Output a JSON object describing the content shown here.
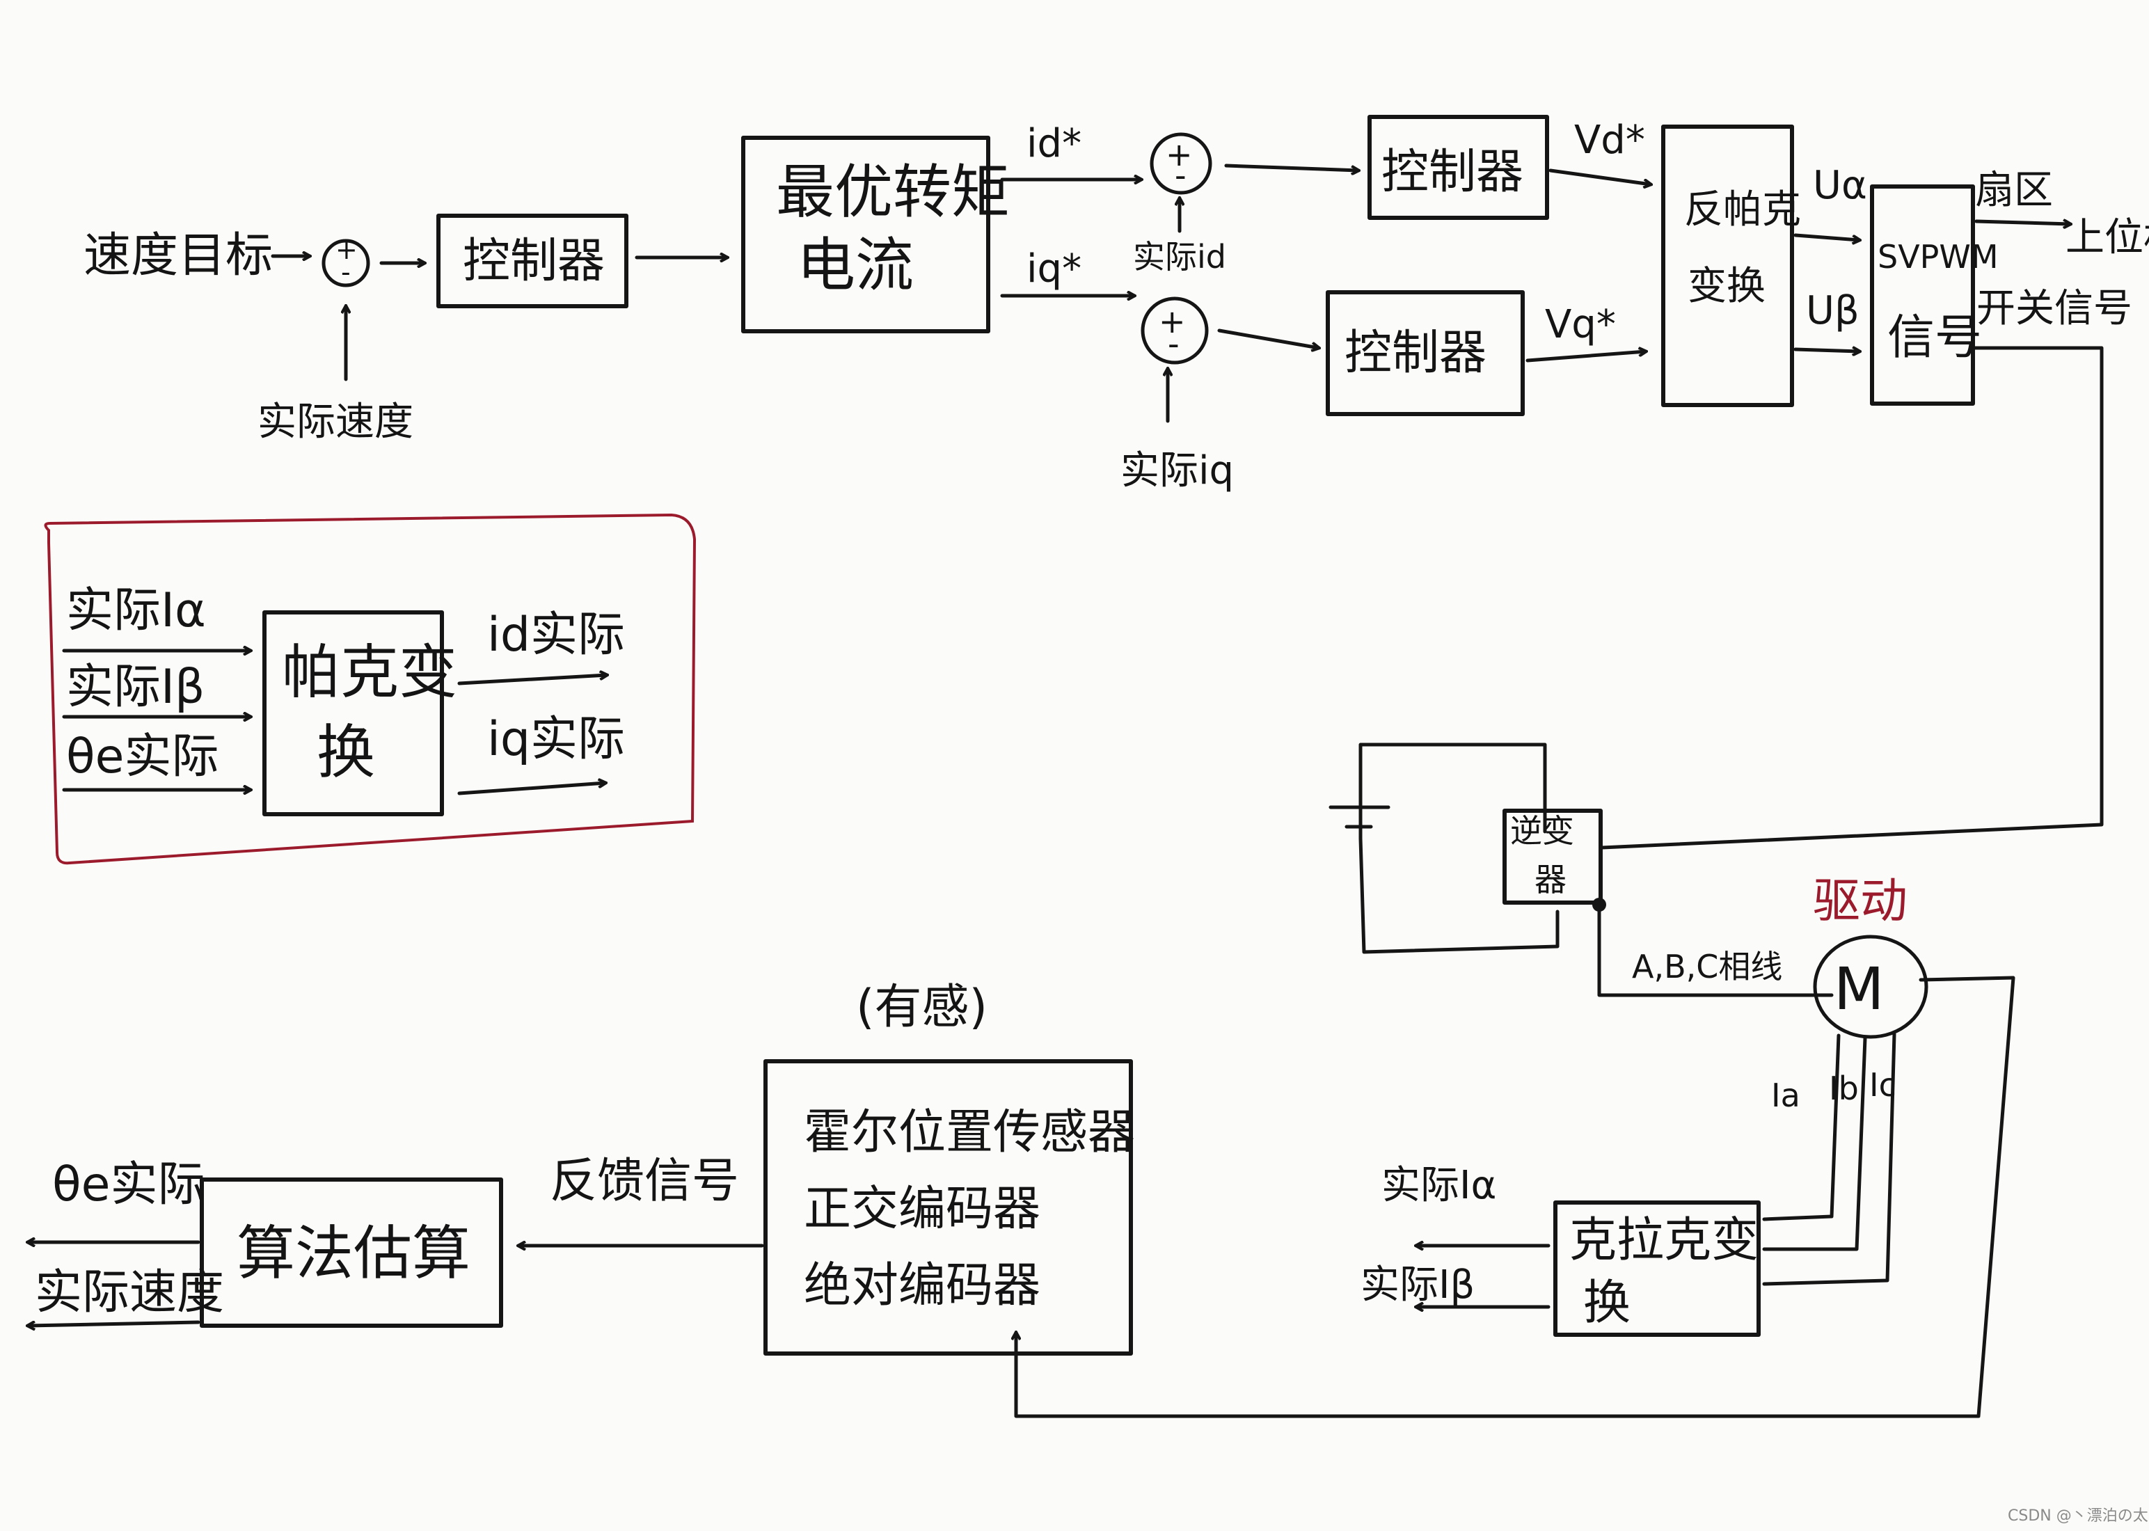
{
  "colors": {
    "ink": "#141414",
    "paper": "#fbfbf9",
    "highlight": "#9b1b2c"
  },
  "speed_loop": {
    "target_speed": "速度目标",
    "sum1": "+\n-",
    "actual_speed": "实际速度",
    "controller": "控制器",
    "mtpa": [
      "最优转矩",
      "电流"
    ]
  },
  "current_loop": {
    "id_ref": "id*",
    "iq_ref": "iq*",
    "sum_sign": "+\n-",
    "actual_id": "实际id",
    "actual_iq": "实际iq",
    "controller_d": "控制器",
    "controller_q": "控制器",
    "vd_ref": "Vd*",
    "vq_ref": "Vq*",
    "inverse_park": [
      "反帕克",
      "变换"
    ],
    "u_alpha": "Uα",
    "u_beta": "Uβ",
    "svpwm": [
      "SVPWM",
      "信号"
    ],
    "sector": "扇区",
    "switch_signal": "开关信号",
    "upper_computer": "上位机"
  },
  "park_box": {
    "in_alpha": "实际Iα",
    "in_beta": "实际Iβ",
    "in_theta": "θe实际",
    "block": [
      "帕克变",
      "换"
    ],
    "out_id": "id实际",
    "out_iq": "iq实际"
  },
  "power_stage": {
    "inverter": [
      "逆变",
      "器"
    ],
    "phase_lines": "A,B,C相线",
    "drive": "驱动",
    "motor": "M"
  },
  "clarke": {
    "ia": "Ia",
    "ib": "Ib",
    "ic": "Ic",
    "block": [
      "克拉克变",
      "换"
    ],
    "out_alpha": "实际Iα",
    "out_beta": "实际Iβ"
  },
  "sensor": {
    "note": "(有感)",
    "lines": [
      "霍尔位置传感器",
      "正交编码器",
      "绝对编码器"
    ],
    "feedback": "反馈信号",
    "algo": "算法估算",
    "out_theta": "θe实际",
    "out_speed": "实际速度"
  },
  "watermark": "CSDN @丶漂泊の太阳"
}
